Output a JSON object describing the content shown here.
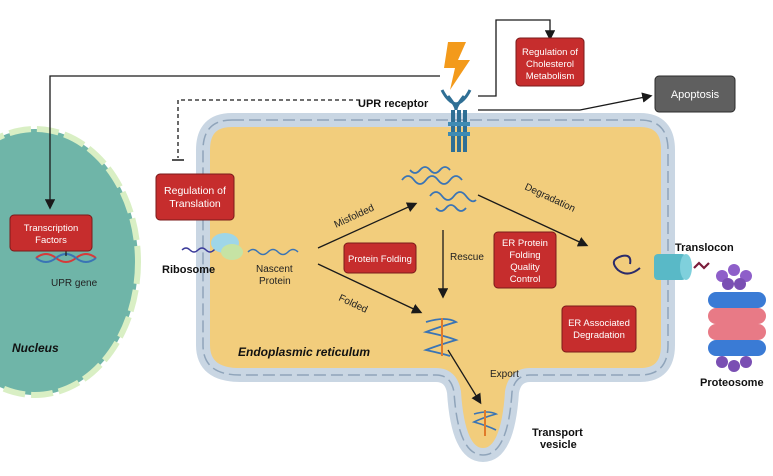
{
  "colors": {
    "red_box": "#c62d2d",
    "gray_box": "#5f5f5f",
    "er_fill": "#f2cd7c",
    "er_stroke": "#c9d6e3",
    "nucleus_fill": "#6fb5a8",
    "receptor": "#2f6f95",
    "lightning": "#f39a1b"
  },
  "labels": {
    "upr_receptor": "UPR receptor",
    "ribosome": "Ribosome",
    "nascent_protein": [
      "Nascent",
      "Protein"
    ],
    "misfolded": "Misfolded",
    "folded": "Folded",
    "degradation": "Degradation",
    "rescue": "Rescue",
    "export": "Export",
    "translocon": "Translocon",
    "proteosome": "Proteosome",
    "transport_vesicle": [
      "Transport",
      "vesicle"
    ],
    "upr_gene": "UPR gene",
    "nucleus": "Nucleus",
    "er": "Endoplasmic reticulum"
  },
  "boxes": {
    "cholesterol": [
      "Regulation of",
      "Cholesterol",
      "Metabolism"
    ],
    "apoptosis": "Apoptosis",
    "translation": [
      "Regulation of",
      "Translation"
    ],
    "transcription": [
      "Transcription",
      "Factors"
    ],
    "protein_folding": "Protein Folding",
    "er_quality": [
      "ER Protein",
      "Folding",
      "Quality",
      "Control"
    ],
    "erad": [
      "ER Associated",
      "Degradation"
    ]
  },
  "icons": [
    "lightning-icon",
    "dna-icon",
    "ribosome-icon",
    "proteasome-icon",
    "translocon-icon"
  ]
}
